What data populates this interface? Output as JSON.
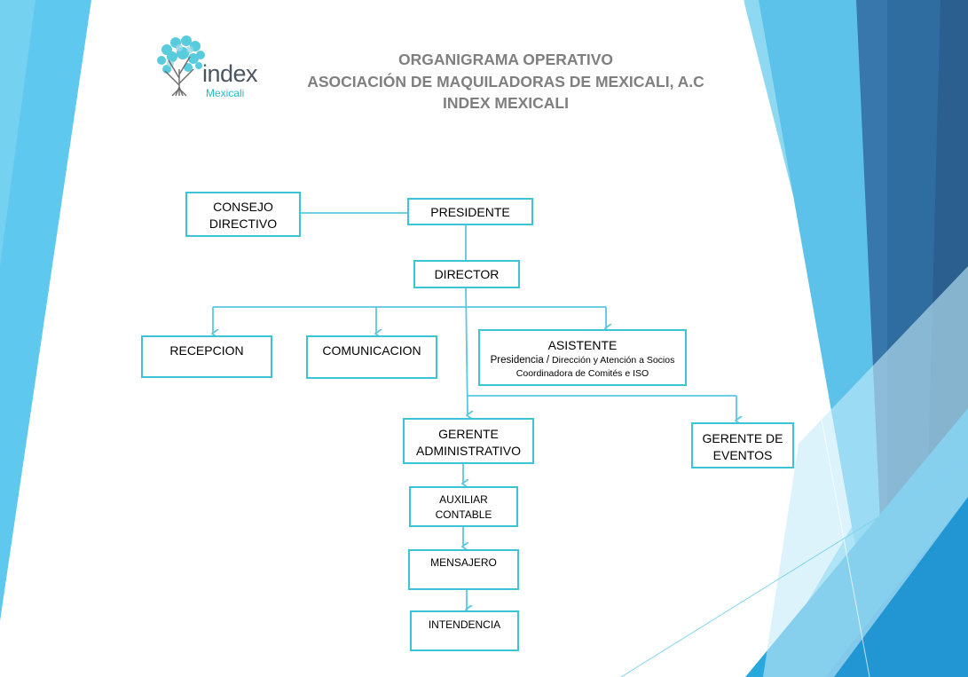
{
  "logo": {
    "word": "index",
    "sub": "Mexicali"
  },
  "title": {
    "line1": "ORGANIGRAMA OPERATIVO",
    "line2": "ASOCIACIÓN DE MAQUILADORAS DE MEXICALI, A.C",
    "line3": "INDEX MEXICALI"
  },
  "nodes": {
    "consejo": {
      "line1": "CONSEJO",
      "line2": "DIRECTIVO"
    },
    "presidente": "PRESIDENTE",
    "director": "DIRECTOR",
    "recepcion": "RECEPCION",
    "comunicacion": "COMUNICACION",
    "asistente": {
      "title": "ASISTENTE",
      "line2a": "Presidencia /",
      "line2b": " Dirección y Atención a Socios",
      "line3": "Coordinadora de Comités e ISO"
    },
    "gerente_admin": {
      "line1": "GERENTE",
      "line2": "ADMINISTRATIVO"
    },
    "gerente_eventos": {
      "line1": "GERENTE DE",
      "line2": "EVENTOS"
    },
    "auxiliar": {
      "line1": "AUXILIAR",
      "line2": "CONTABLE"
    },
    "mensajero": "MENSAJERO",
    "intendencia": "INTENDENCIA"
  },
  "colors": {
    "box_border": "#3cc3d6",
    "connector": "#5bc7e0",
    "title": "#7f7f7f",
    "accent_light": "#7fd3ef",
    "accent_dark": "#2f6f9e"
  }
}
